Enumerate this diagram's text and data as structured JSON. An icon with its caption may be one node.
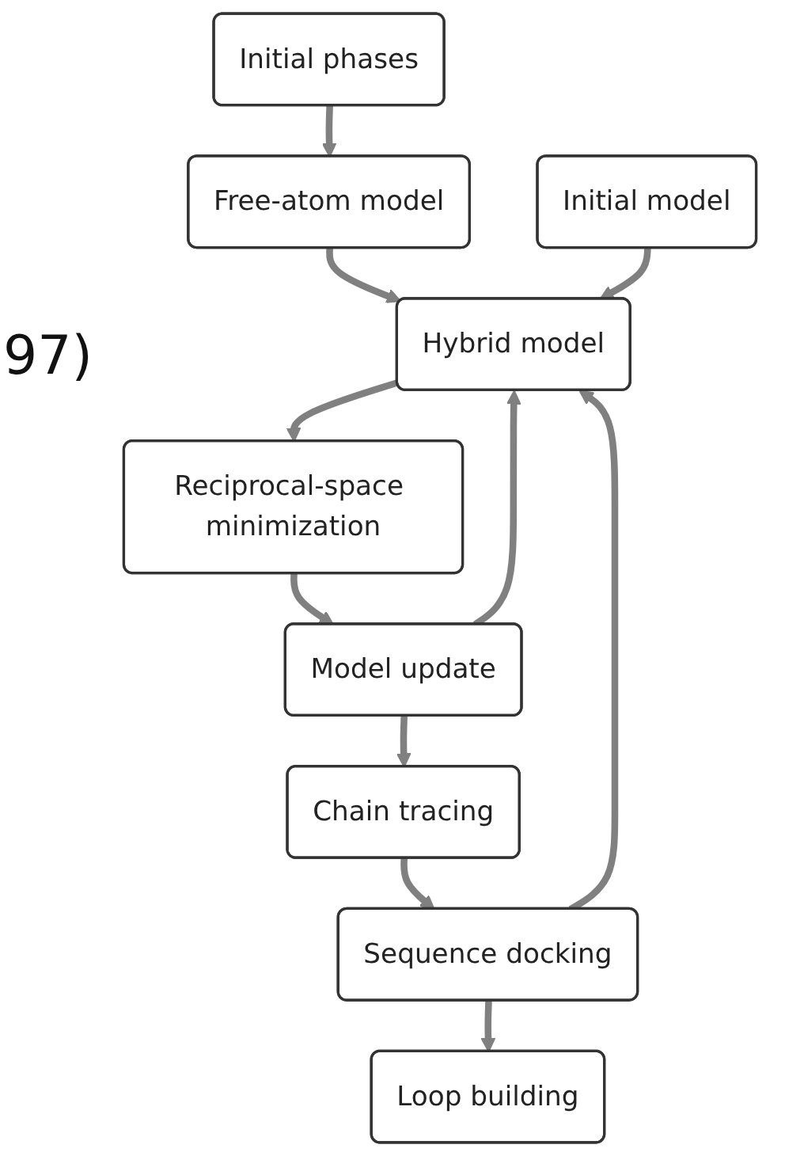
{
  "diagram": {
    "nodes": [
      {
        "text": [
          "Initial phases"
        ]
      },
      {
        "text": [
          "Free-atom model"
        ]
      },
      {
        "text": [
          "Initial model"
        ]
      },
      {
        "text": [
          "Hybrid model"
        ]
      },
      {
        "text": [
          "Reciprocal-space minimization"
        ]
      },
      {
        "text": [
          "Model update"
        ]
      },
      {
        "text": [
          "Chain tracing"
        ]
      },
      {
        "text": [
          "Sequence docking"
        ]
      },
      {
        "text": [
          "Loop building"
        ]
      }
    ],
    "edges": [
      {
        "from": 0,
        "to": 1,
        "arrow": "to"
      },
      {
        "from": 1,
        "to": 3,
        "arrow": "to"
      },
      {
        "from": 2,
        "to": 3,
        "arrow": "to"
      },
      {
        "from": 3,
        "to": 4,
        "arrow": "to"
      },
      {
        "from": 4,
        "to": 5,
        "arrow": "to"
      },
      {
        "from": 5,
        "to": 3,
        "arrow": "to"
      },
      {
        "from": 5,
        "to": 6,
        "arrow": "to"
      },
      {
        "from": 6,
        "to": 7,
        "arrow": "to"
      },
      {
        "from": 7,
        "to": 3,
        "arrow": "to"
      },
      {
        "from": 7,
        "to": 8,
        "arrow": "to"
      }
    ],
    "labels": [
      "97)"
    ]
  }
}
